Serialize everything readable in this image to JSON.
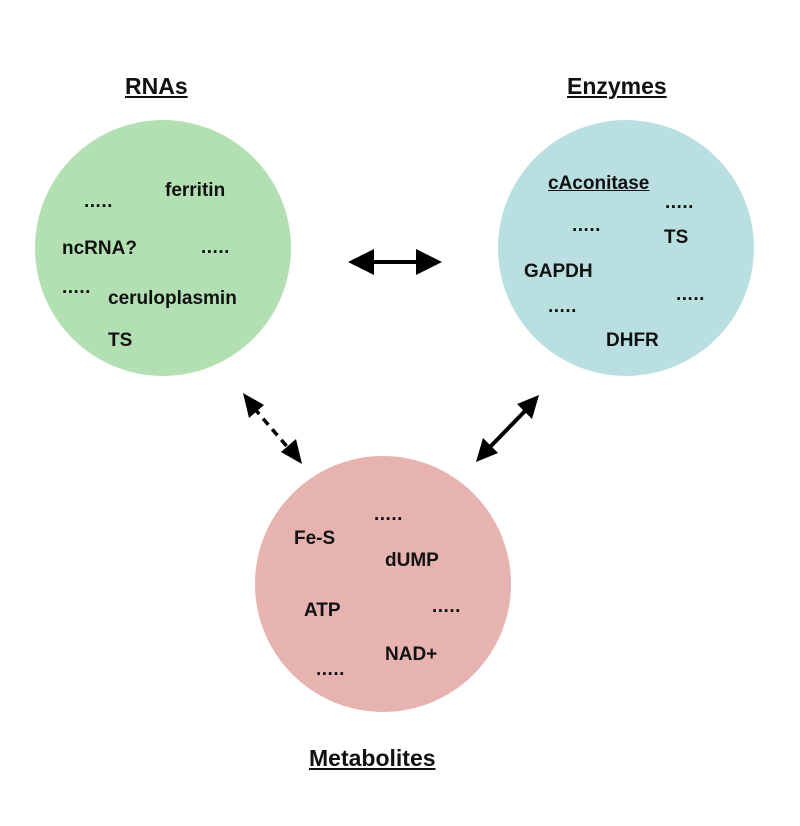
{
  "groups": {
    "rnas": {
      "title": "RNAs",
      "color": "#b3e0b2",
      "items": [
        "ferritin",
        "ncRNA?",
        "ceruloplasmin",
        "TS"
      ],
      "ellipsis": "....."
    },
    "enzymes": {
      "title": "Enzymes",
      "color": "#b9dfe1",
      "items": [
        "cAconitase",
        "TS",
        "GAPDH",
        "DHFR"
      ],
      "ellipsis": "....."
    },
    "metabolites": {
      "title": "Metabolites",
      "color": "#e6b3b0",
      "items": [
        "Fe-S",
        "dUMP",
        "ATP",
        "NAD+"
      ],
      "ellipsis": "....."
    }
  },
  "arrows": [
    {
      "from": "rnas",
      "to": "enzymes",
      "style": "solid",
      "direction": "bidirectional"
    },
    {
      "from": "rnas",
      "to": "metabolites",
      "style": "dashed",
      "direction": "bidirectional"
    },
    {
      "from": "enzymes",
      "to": "metabolites",
      "style": "solid",
      "direction": "bidirectional"
    }
  ]
}
